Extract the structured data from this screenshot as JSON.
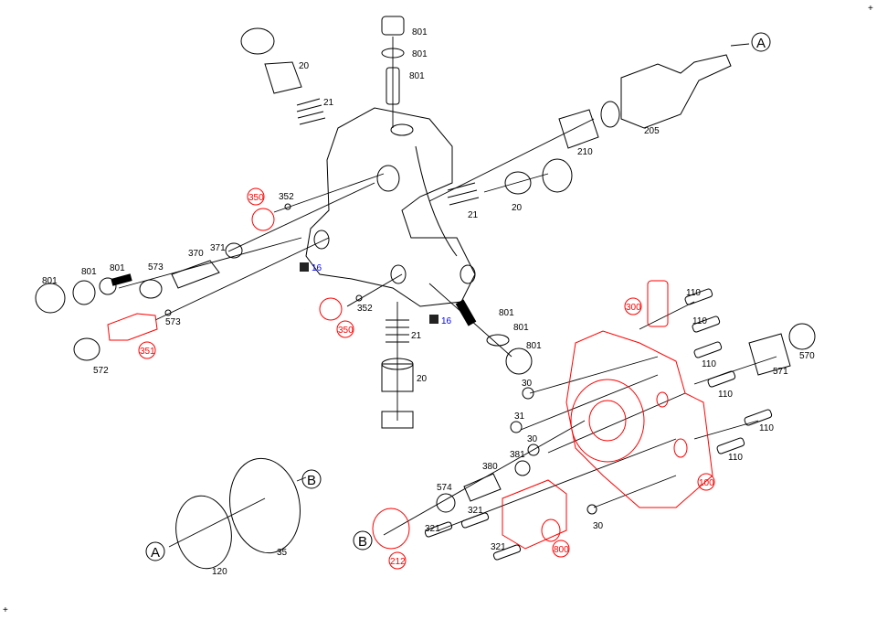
{
  "title": "High pressure pump exploded parts diagram",
  "colors": {
    "standard": "#000000",
    "highlighted": "#ff0000",
    "reference": "#0000ff"
  },
  "callouts": {
    "top_801a": "801",
    "top_801b": "801",
    "top_801c": "801",
    "p20_top": "20",
    "p21_top": "21",
    "ref_A_top": "A",
    "p205": "205",
    "p210": "210",
    "p350_a": "350",
    "p352_a": "352",
    "p21_right": "21",
    "p20_right": "20",
    "left_801a": "801",
    "left_801b": "801",
    "left_801c": "801",
    "p573_a": "573",
    "p370": "370",
    "p371": "371",
    "p16_a": "16",
    "p350_b": "350",
    "p352_b": "352",
    "p573_b": "573",
    "p351": "351",
    "p572": "572",
    "p16_b": "16",
    "p21_low": "21",
    "p20_low": "20",
    "mid_801a": "801",
    "mid_801b": "801",
    "mid_801c": "801",
    "p300": "300",
    "p110_1": "110",
    "p110_2": "110",
    "p110_3": "110",
    "p110_4": "110",
    "p110_5": "110",
    "p110_6": "110",
    "p571": "571",
    "p570": "570",
    "p30_a": "30",
    "p31": "31",
    "p30_b": "30",
    "p381": "381",
    "p380": "380",
    "p574": "574",
    "p321_a": "321",
    "p321_b": "321",
    "p321_c": "321",
    "p30_c": "30",
    "p100": "100",
    "p800": "800",
    "p212": "212",
    "ref_B_212": "B",
    "ref_B_ring": "B",
    "ref_A_ring": "A",
    "p120": "120",
    "p35": "35"
  }
}
